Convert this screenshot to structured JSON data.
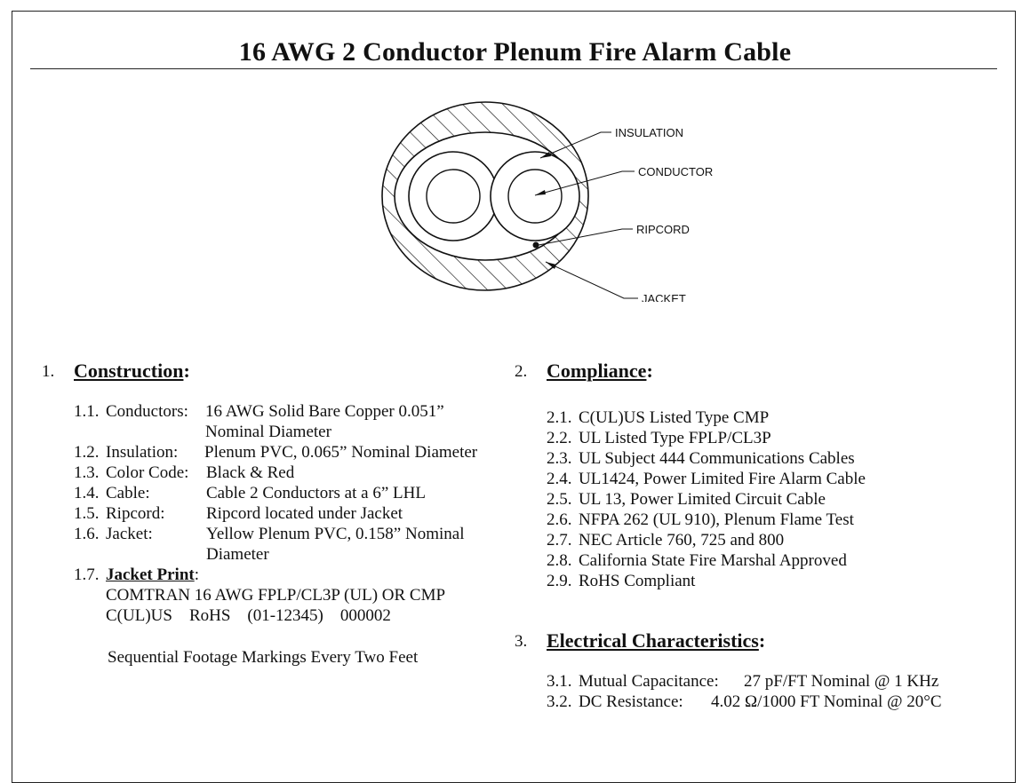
{
  "title": "16 AWG 2 Conductor Plenum Fire Alarm Cable",
  "diagram": {
    "labels": {
      "insulation": "INSULATION",
      "conductor": "CONDUCTOR",
      "ripcord": "RIPCORD",
      "jacket": "JACKET"
    }
  },
  "construction": {
    "num": "1.",
    "heading": "Construction",
    "colon": ":",
    "items": [
      {
        "num": "1.1.",
        "label": "Conductors:",
        "value": "16 AWG Solid Bare Copper 0.051”",
        "value2": "Nominal Diameter"
      },
      {
        "num": "1.2.",
        "label": "Insulation:",
        "value": "Plenum PVC, 0.065” Nominal Diameter"
      },
      {
        "num": "1.3.",
        "label": "Color Code:",
        "value": "Black & Red"
      },
      {
        "num": "1.4.",
        "label": "Cable:",
        "value": "Cable 2 Conductors at a 6” LHL"
      },
      {
        "num": "1.5.",
        "label": "Ripcord:",
        "value": "Ripcord located under Jacket"
      },
      {
        "num": "1.6.",
        "label": "Jacket:",
        "value": "Yellow Plenum PVC, 0.158” Nominal",
        "value2": "Diameter"
      }
    ],
    "jacket_print": {
      "num": "1.7.",
      "label": "Jacket Print",
      "colon": ":",
      "line1": "COMTRAN 16 AWG FPLP/CL3P (UL) OR CMP",
      "line2": "C(UL)US    RoHS    (01-12345)    000002",
      "line3": "Sequential Footage Markings Every Two Feet"
    }
  },
  "compliance": {
    "num": "2.",
    "heading": "Compliance",
    "colon": ":",
    "items": [
      {
        "num": "2.1.",
        "text": "C(UL)US Listed Type CMP"
      },
      {
        "num": "2.2.",
        "text": "UL Listed Type FPLP/CL3P"
      },
      {
        "num": "2.3.",
        "text": "UL Subject 444 Communications Cables"
      },
      {
        "num": "2.4.",
        "text": "UL1424, Power Limited Fire Alarm Cable"
      },
      {
        "num": "2.5.",
        "text": "UL 13, Power Limited Circuit Cable"
      },
      {
        "num": "2.6.",
        "text": "NFPA 262 (UL 910), Plenum Flame Test"
      },
      {
        "num": "2.7.",
        "text": "NEC Article 760, 725 and 800"
      },
      {
        "num": "2.8.",
        "text": "California State Fire Marshal Approved"
      },
      {
        "num": "2.9.",
        "text": "RoHS Compliant"
      }
    ]
  },
  "electrical": {
    "num": "3.",
    "heading": "Electrical Characteristics",
    "colon": ":",
    "items": [
      {
        "num": "3.1.",
        "label": "Mutual Capacitance:",
        "value": "27 pF/FT Nominal @ 1 KHz"
      },
      {
        "num": "3.2.",
        "label": "DC Resistance:",
        "value": "4.02 Ω/1000 FT Nominal @ 20°C"
      }
    ]
  }
}
